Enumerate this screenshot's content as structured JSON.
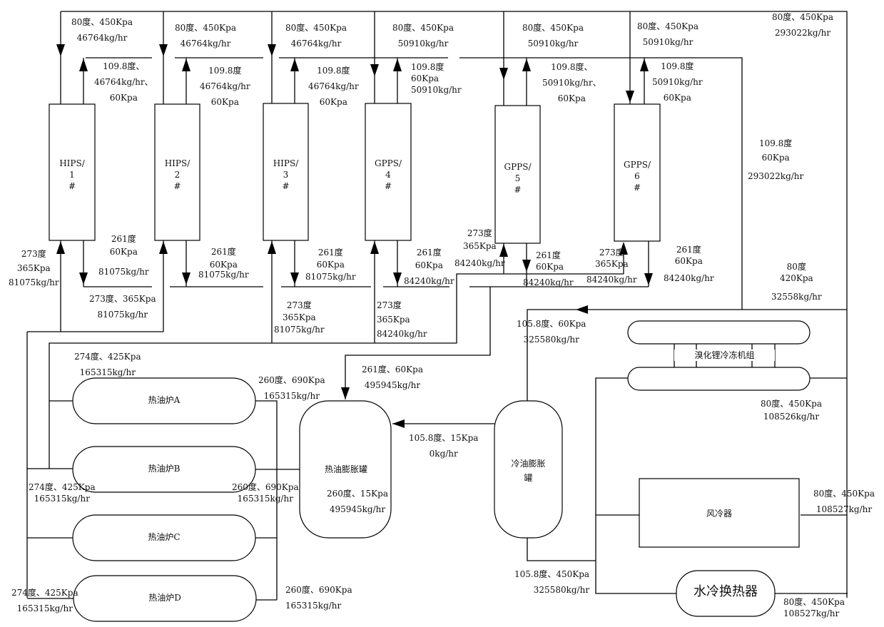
{
  "title": "导热油/冷却油工艺流程图",
  "reactors": [
    {
      "id": "hips1",
      "label": "HIPS/\n1\n#"
    },
    {
      "id": "hips2",
      "label": "HIPS/\n2\n#"
    },
    {
      "id": "hips3",
      "label": "HIPS/\n3\n#"
    },
    {
      "id": "gpps4",
      "label": "GPPS/\n4\n#"
    },
    {
      "id": "gpps5",
      "label": "GPPS/\n5\n#"
    },
    {
      "id": "gpps6",
      "label": "GPPS/\n6\n#"
    }
  ],
  "equipment": {
    "furnace_a": "热油炉A",
    "furnace_b": "热油炉B",
    "furnace_c": "热油炉C",
    "furnace_d": "热油炉D",
    "hot_tank": "热油膨胀罐",
    "cold_tank": "冷油膨胀\n罐",
    "chiller": "溴化锂冷冻机组",
    "air_cooler": "风冷器",
    "water_exchanger": "水冷换热器"
  },
  "labels": {
    "cool_in_1": [
      "80度、450Kpa",
      "46764kg/hr"
    ],
    "cool_in_2": [
      "80度、450Kpa",
      "46764kg/hr"
    ],
    "cool_in_3": [
      "80度、450Kpa",
      "46764kg/hr"
    ],
    "cool_in_4": [
      "80度、450Kpa",
      "50910kg/hr"
    ],
    "cool_in_5": [
      "80度、450Kpa",
      "50910kg/hr"
    ],
    "cool_in_6": [
      "80度、450Kpa",
      "50910kg/hr"
    ],
    "cool_total": [
      "80度、450Kpa",
      "293022kg/hr"
    ],
    "cool_out_1": [
      "109.8度、",
      "46764kg/hr、",
      "60Kpa"
    ],
    "cool_out_2": [
      "109.8度",
      "46764kg/hr",
      "60Kpa"
    ],
    "cool_out_3": [
      "109.8度",
      "46764kg/hr",
      "60Kpa"
    ],
    "cool_out_4": [
      "109.8度",
      "60Kpa",
      "50910kg/hr"
    ],
    "cool_out_5": [
      "109.8度、",
      "50910kg/hr、",
      "60Kpa"
    ],
    "cool_out_6": [
      "109.8度",
      "50910kg/hr",
      "60Kpa"
    ],
    "cool_return_total": [
      "109.8度",
      "60Kpa",
      "293022kg/hr"
    ],
    "hot_in_1": [
      "273度",
      "365Kpa",
      "81075kg/hr"
    ],
    "hot_out_1": [
      "261度",
      "60Kpa",
      "81075kg/hr"
    ],
    "hot_in_2": [
      "273度、365Kpa",
      "81075kg/hr"
    ],
    "hot_out_2": [
      "261度",
      "60Kpa",
      "81075kg/hr"
    ],
    "hot_in_3": [
      "273度",
      "365Kpa",
      "81075kg/hr"
    ],
    "hot_out_3": [
      "261度",
      "60Kpa",
      "81075kg/hr"
    ],
    "hot_in_4": [
      "273度",
      "365Kpa",
      "84240kg/hr"
    ],
    "hot_out_4": [
      "261度",
      "60Kpa",
      "84240kg/hr"
    ],
    "hot_in_5": [
      "273度",
      "365Kpa",
      "84240kg/hr"
    ],
    "hot_out_5": [
      "261度",
      "60Kpa",
      "84240kg/hr"
    ],
    "hot_in_6": [
      "273度",
      "365Kpa",
      "84240kg/hr"
    ],
    "hot_out_6": [
      "261度",
      "60Kpa",
      "84240kg/hr"
    ],
    "chiller_in": [
      "80度",
      "420Kpa",
      "32558kg/hr"
    ],
    "cold_tank_out": [
      "105.8度、60Kpa",
      "325580kg/hr"
    ],
    "hot_return": [
      "261度、60Kpa",
      "495945kg/hr"
    ],
    "furnace_in_a": [
      "274度、425Kpa",
      "165315kg/hr"
    ],
    "furnace_out_a": [
      "260度、690Kpa",
      "165315kg/hr"
    ],
    "furnace_in_b": [
      "274度、425Kpa",
      "165315kg/hr"
    ],
    "furnace_out_b": [
      "260度、690Kpa",
      "165315kg/hr"
    ],
    "furnace_in_d": [
      "274度、425Kpa",
      "165315kg/hr"
    ],
    "furnace_out_d": [
      "260度、690Kpa",
      "165315kg/hr"
    ],
    "tank_link": [
      "105.8度、15Kpa",
      "0kg/hr"
    ],
    "hot_tank_state": [
      "260度、15Kpa",
      "495945kg/hr"
    ],
    "chiller_out": [
      "80度、450Kpa",
      "108526kg/hr"
    ],
    "air_cooler_out": [
      "80度、450Kpa",
      "108527kg/hr"
    ],
    "cold_tank_bottom": [
      "105.8度、450Kpa",
      "325580kg/hr"
    ],
    "water_exchanger_out": [
      "80度、450Kpa",
      "108527kg/hr"
    ]
  }
}
